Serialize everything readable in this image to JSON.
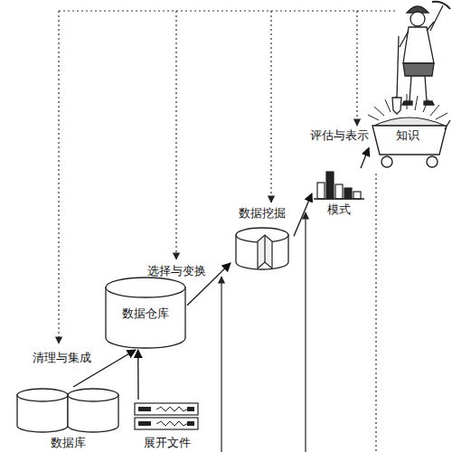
{
  "diagram": {
    "nodes": [
      {
        "text": [
          "数据库"
        ]
      },
      {
        "text": [
          "展开文件"
        ]
      },
      {
        "text": [
          "数据仓库"
        ]
      },
      {
        "text": [
          "数据挖掘"
        ]
      },
      {
        "text": [
          "模式"
        ]
      },
      {
        "text": [
          "知识"
        ]
      }
    ],
    "edges": [
      {
        "from": 0,
        "to": 2,
        "arrow": "to",
        "label": "清理与集成"
      },
      {
        "from": 1,
        "to": 2,
        "arrow": "to"
      },
      {
        "from": 2,
        "to": 3,
        "arrow": "to",
        "label": "选择与变换"
      },
      {
        "from": 3,
        "to": 4,
        "arrow": "to"
      },
      {
        "from": 4,
        "to": 5,
        "arrow": "to",
        "label": "评估与表示"
      }
    ]
  }
}
